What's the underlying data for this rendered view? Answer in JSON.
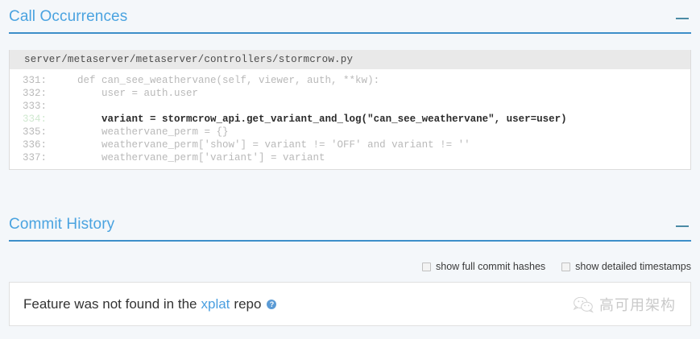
{
  "sections": [
    {
      "title": "Call Occurrences",
      "collapse_icon": "minus-icon",
      "accent_color": "#4aa3e0",
      "underline_color": "#3d8fc9"
    },
    {
      "title": "Commit History",
      "collapse_icon": "minus-icon",
      "accent_color": "#4aa3e0",
      "underline_color": "#3d8fc9"
    }
  ],
  "code_panel": {
    "filename": "server/metaserver/metaserver/controllers/stormcrow.py",
    "header_bg": "#e9e9e9",
    "highlight_line": "334",
    "lines": [
      {
        "number": "331:",
        "text": "    def can_see_weathervane(self, viewer, auth, **kw):",
        "highlighted": false
      },
      {
        "number": "332:",
        "text": "        user = auth.user",
        "highlighted": false
      },
      {
        "number": "333:",
        "text": "",
        "highlighted": false
      },
      {
        "number": "334:",
        "text": "        variant = stormcrow_api.get_variant_and_log(\"can_see_weathervane\", user=user)",
        "highlighted": true
      },
      {
        "number": "335:",
        "text": "        weathervane_perm = {}",
        "highlighted": false
      },
      {
        "number": "336:",
        "text": "        weathervane_perm['show'] = variant != 'OFF' and variant != ''",
        "highlighted": false
      },
      {
        "number": "337:",
        "text": "        weathervane_perm['variant'] = variant",
        "highlighted": false
      }
    ]
  },
  "commit_history": {
    "options": [
      {
        "label": "show full commit hashes",
        "checked": false
      },
      {
        "label": "show detailed timestamps",
        "checked": false
      }
    ],
    "not_found": {
      "prefix": "Feature was not found in the",
      "repo": "xplat",
      "suffix": "repo",
      "help_icon": "question-mark-icon",
      "help_glyph": "?",
      "link_color": "#4a9fe0"
    }
  },
  "watermark": {
    "text": "高可用架构",
    "icon": "wechat-logo-icon"
  }
}
